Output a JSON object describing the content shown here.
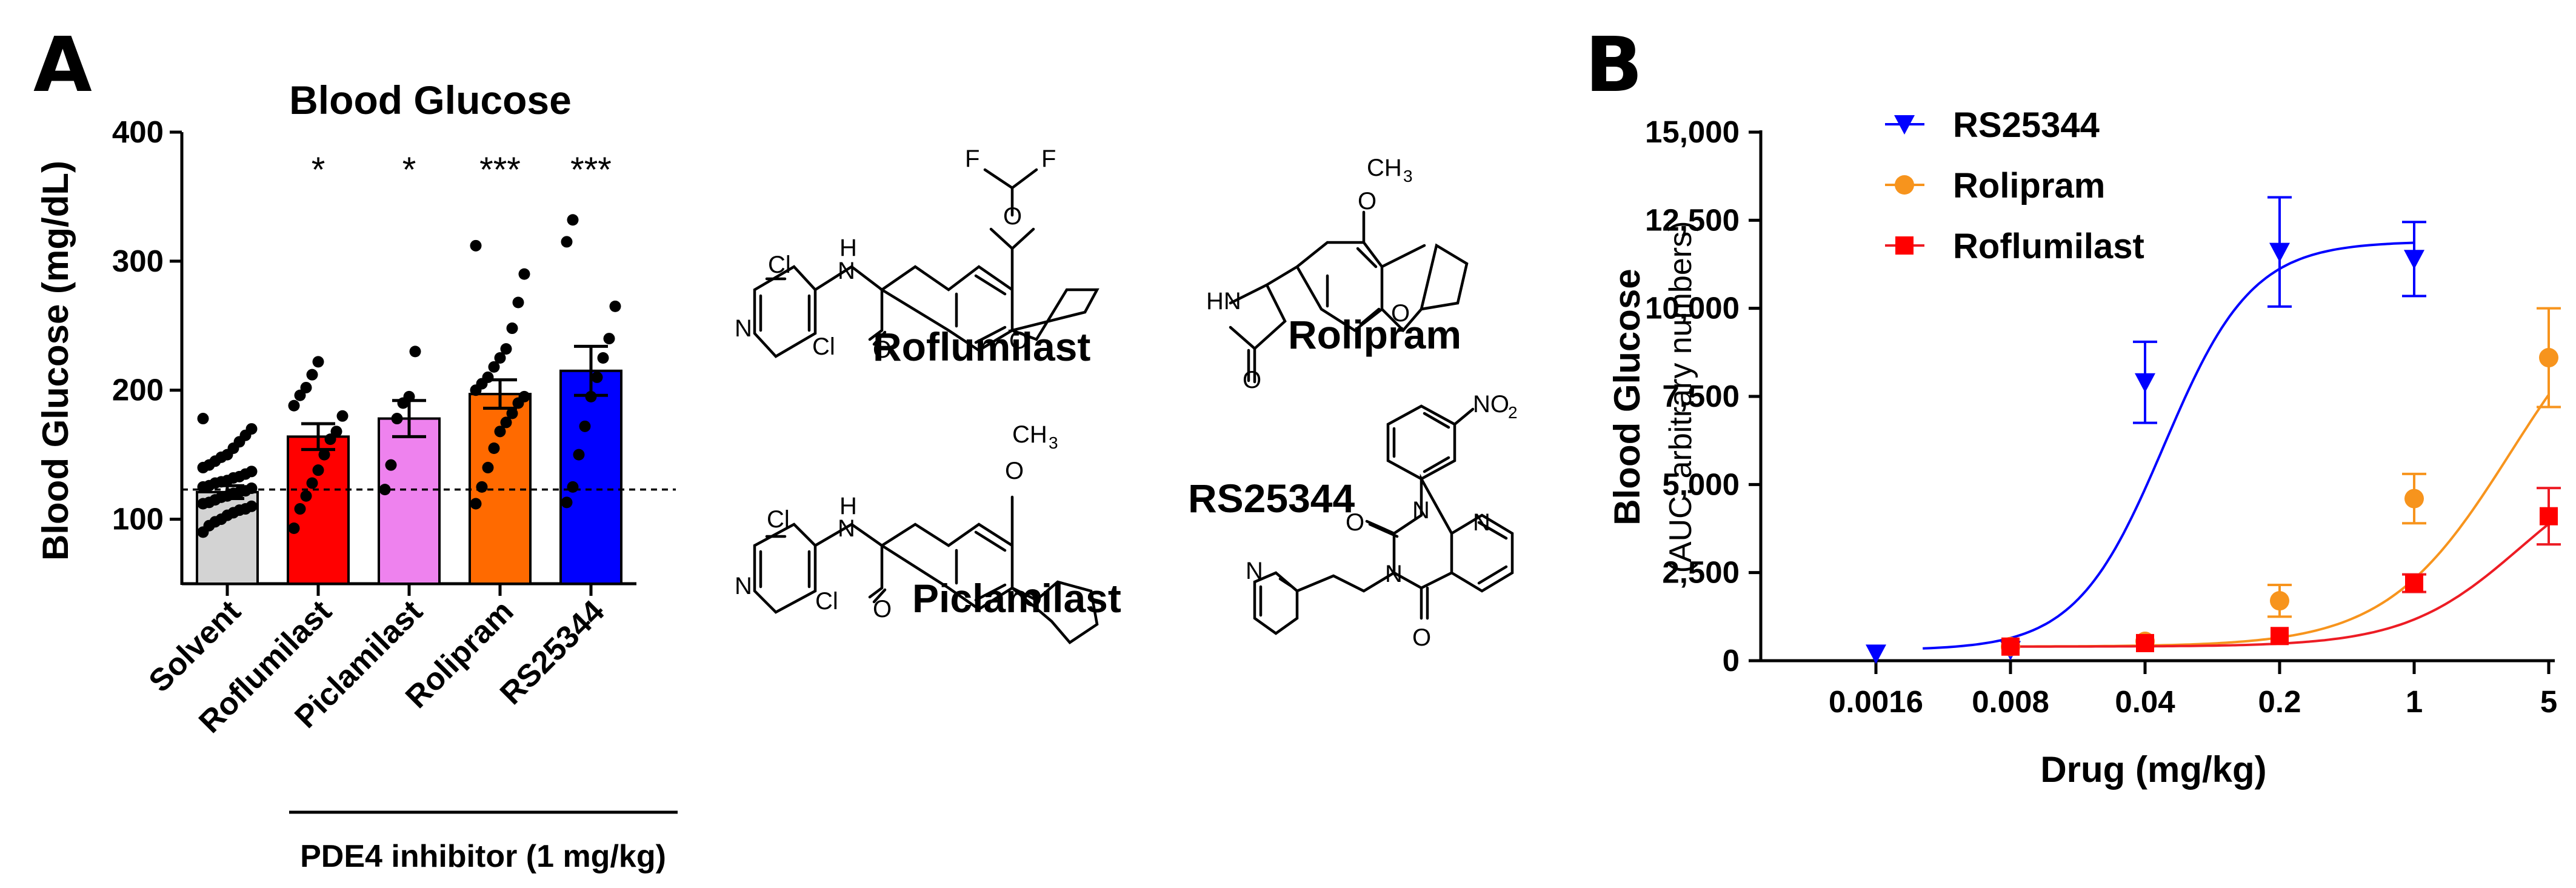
{
  "panel_labels": {
    "a": "A",
    "b": "B"
  },
  "colors": {
    "solvent": "#d3d3d3",
    "roflumilast": "#ff0000",
    "piclamilast": "#ee82ee",
    "rolipram": "#ff6a00",
    "rs25344": "#0000ff",
    "curve_rs25344": "#0000ff",
    "curve_rolipram": "#f7941d",
    "curve_roflumilast": "#ed1c24"
  },
  "chemistry": {
    "roflumilast": "Roflumilast",
    "rolipram": "Rolipram",
    "piclamilast": "Piclamilast",
    "rs25344": "RS25344",
    "atoms": {
      "cl": "Cl",
      "n": "N",
      "h": "H",
      "o": "O",
      "f": "F",
      "hn": "HN",
      "ch3": "CH",
      "sub3": "3",
      "no2": "NO",
      "sub2": "2"
    }
  },
  "chart_data": [
    {
      "type": "bar",
      "title": "Blood Glucose",
      "ylabel": "Blood Glucose (mg/dL)",
      "xlabel": "PDE4 inhibitor (1 mg/kg)",
      "ylim": [
        50,
        400
      ],
      "yticks": [
        "100",
        "200",
        "300",
        "400"
      ],
      "reference_line": 123,
      "categories": [
        "Solvent",
        "Roflumilast",
        "Piclamilast",
        "Rolipram",
        "RS25344"
      ],
      "values": [
        121,
        164,
        178,
        197,
        215
      ],
      "sem": [
        5,
        10,
        14,
        11,
        19
      ],
      "significance": [
        "",
        "*",
        "*",
        "***",
        "***"
      ],
      "points": [
        [
          90,
          95,
          98,
          100,
          103,
          105,
          107,
          108,
          110,
          112,
          113,
          115,
          117,
          118,
          120,
          121,
          122,
          124,
          125,
          126,
          128,
          129,
          130,
          132,
          133,
          135,
          137,
          140,
          142,
          145,
          148,
          150,
          155,
          160,
          165,
          170,
          178
        ],
        [
          93,
          108,
          118,
          128,
          138,
          150,
          162,
          168,
          180,
          188,
          196,
          202,
          212,
          222
        ],
        [
          123,
          142,
          178,
          190,
          195,
          230
        ],
        [
          112,
          125,
          140,
          155,
          168,
          175,
          182,
          190,
          195,
          200,
          205,
          210,
          218,
          225,
          232,
          248,
          268,
          290,
          312
        ],
        [
          113,
          125,
          150,
          172,
          195,
          210,
          225,
          240,
          265,
          315,
          332
        ]
      ]
    },
    {
      "type": "line",
      "ylabel": "Blood Glucose",
      "ylabel2": "(AUC; arbitrary numbers)",
      "xlabel": "Drug (mg/kg)",
      "xscale": "log",
      "x_ticks": [
        0.0016,
        0.008,
        0.04,
        0.2,
        1,
        5
      ],
      "x_tick_labels": [
        "0.0016",
        "0.008",
        "0.04",
        "0.2",
        "1",
        "5"
      ],
      "ylim": [
        0,
        15000
      ],
      "yticks": [
        "0",
        "2,500",
        "5,000",
        "7,500",
        "10,000",
        "12,500",
        "15,000"
      ],
      "legend_position": "top-left",
      "series": [
        {
          "name": "RS25344",
          "marker": "triangle-down",
          "x": [
            0.0016,
            0.008,
            0.04,
            0.2,
            1
          ],
          "y": [
            200,
            300,
            7900,
            11600,
            11400
          ],
          "err": [
            0,
            0,
            1150,
            1550,
            1050
          ]
        },
        {
          "name": "Rolipram",
          "marker": "circle",
          "x": [
            0.008,
            0.04,
            0.2,
            1,
            5
          ],
          "y": [
            400,
            550,
            1700,
            4600,
            8600
          ],
          "err": [
            0,
            0,
            450,
            700,
            1400
          ]
        },
        {
          "name": "Roflumilast",
          "marker": "square",
          "x": [
            0.008,
            0.04,
            0.2,
            1,
            5
          ],
          "y": [
            400,
            500,
            700,
            2200,
            4100
          ],
          "err": [
            0,
            0,
            0,
            250,
            800
          ]
        }
      ]
    }
  ]
}
